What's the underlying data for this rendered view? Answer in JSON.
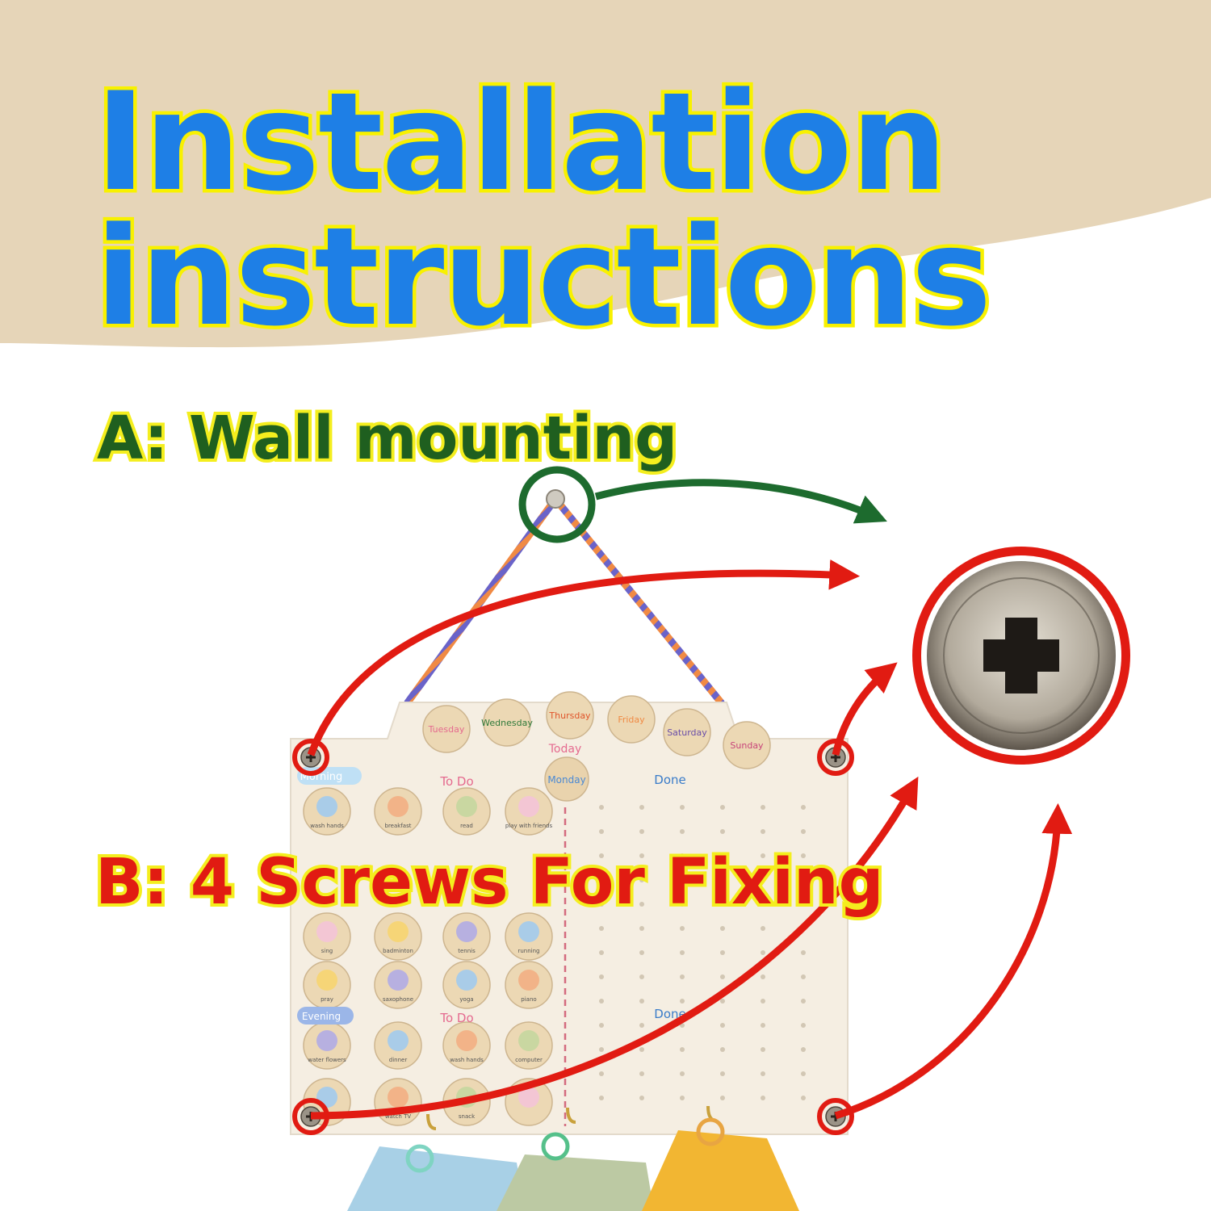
{
  "title": {
    "line1": "Installation",
    "line2": "instructions"
  },
  "labels": {
    "wall_mounting": "A: Wall mounting",
    "screws": "B: 4 Screws For Fixing"
  },
  "board": {
    "days": [
      "Tuesday",
      "Wednesday",
      "Thursday",
      "Friday",
      "Saturday",
      "Sunday"
    ],
    "today_label": "Today",
    "today_day": "Monday",
    "morning_label": "Morning",
    "evening_label": "Evening",
    "todo_label": "To Do",
    "done_label": "Done",
    "chips": [
      [
        "wash hands",
        "breakfast",
        "read",
        "play with friends"
      ],
      [
        "",
        "",
        "",
        ""
      ],
      [
        "",
        "",
        "",
        ""
      ],
      [
        "sing",
        "badminton",
        "tennis",
        "running"
      ],
      [
        "pray",
        "saxophone",
        "yoga",
        "piano"
      ],
      [
        "water flowers",
        "dinner",
        "wash hands",
        "computer"
      ],
      [
        "video games",
        "watch TV",
        "snack",
        ""
      ]
    ]
  },
  "colors": {
    "top_band": "#e6d5b8",
    "title_fill": "#1e7fe6",
    "title_stroke": "#f8f100",
    "label_a": "#1f5f1f",
    "label_b": "#e11b12",
    "arrow_green": "#1d6b2e",
    "arrow_red": "#e11b12"
  }
}
